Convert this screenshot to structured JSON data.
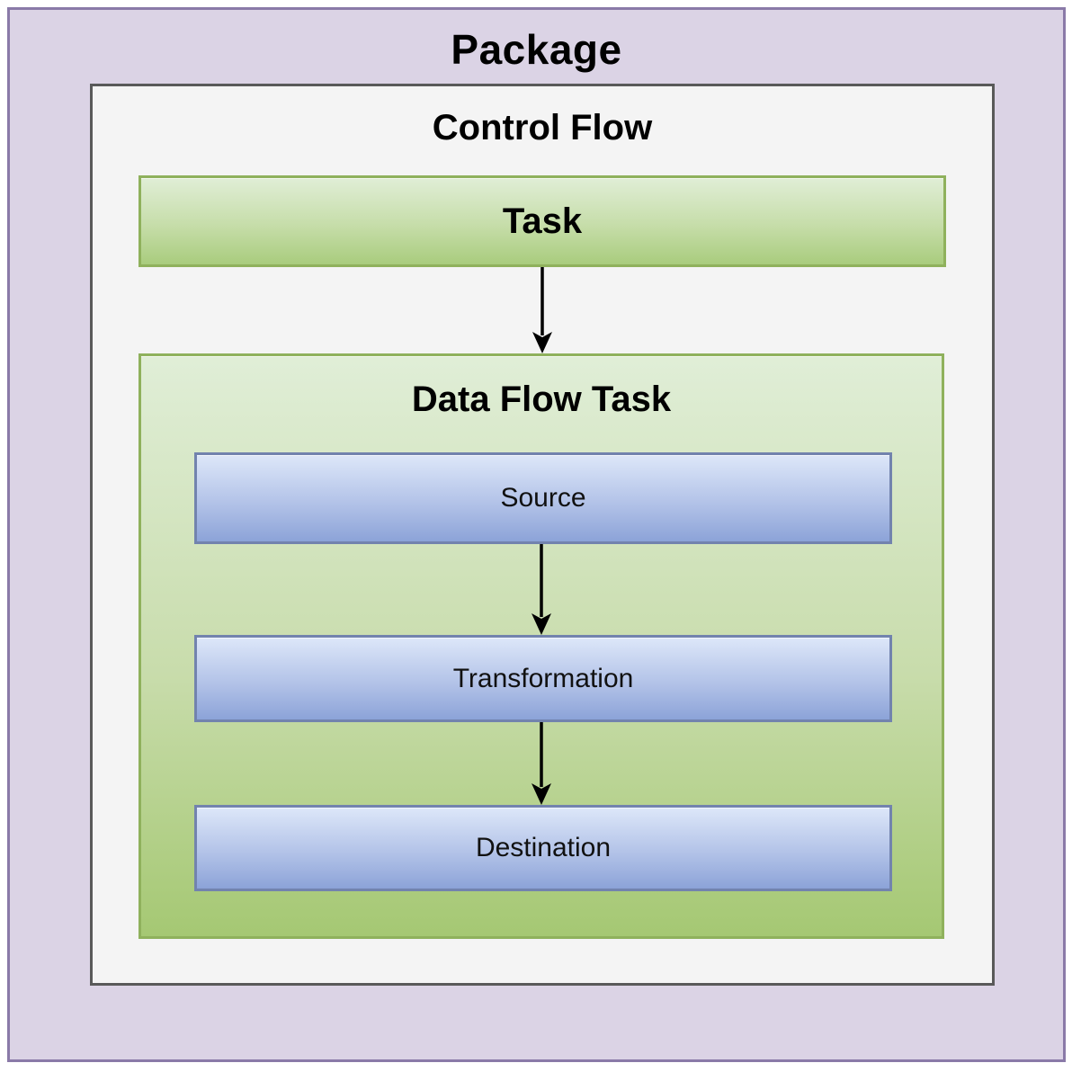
{
  "diagram": {
    "package": {
      "title": "Package"
    },
    "control_flow": {
      "title": "Control Flow",
      "task": {
        "label": "Task"
      },
      "data_flow_task": {
        "title": "Data Flow Task",
        "steps": [
          {
            "label": "Source"
          },
          {
            "label": "Transformation"
          },
          {
            "label": "Destination"
          }
        ]
      }
    },
    "flow_order": [
      "Task",
      "Data Flow Task"
    ],
    "data_flow_order": [
      "Source",
      "Transformation",
      "Destination"
    ],
    "colors": {
      "package_background": "#dbd3e5",
      "package_border": "#8a7aa8",
      "control_flow_background": "#f4f4f4",
      "control_flow_border": "#595959",
      "green_box_border": "#8fb15c",
      "green_gradient_top": "#e0eed6",
      "green_gradient_bottom": "#a9cc7d",
      "blue_box_border": "#7283ae",
      "blue_gradient_top": "#dde7f9",
      "blue_gradient_bottom": "#8ca3d8",
      "arrow": "#000000",
      "text": "#000000"
    }
  }
}
